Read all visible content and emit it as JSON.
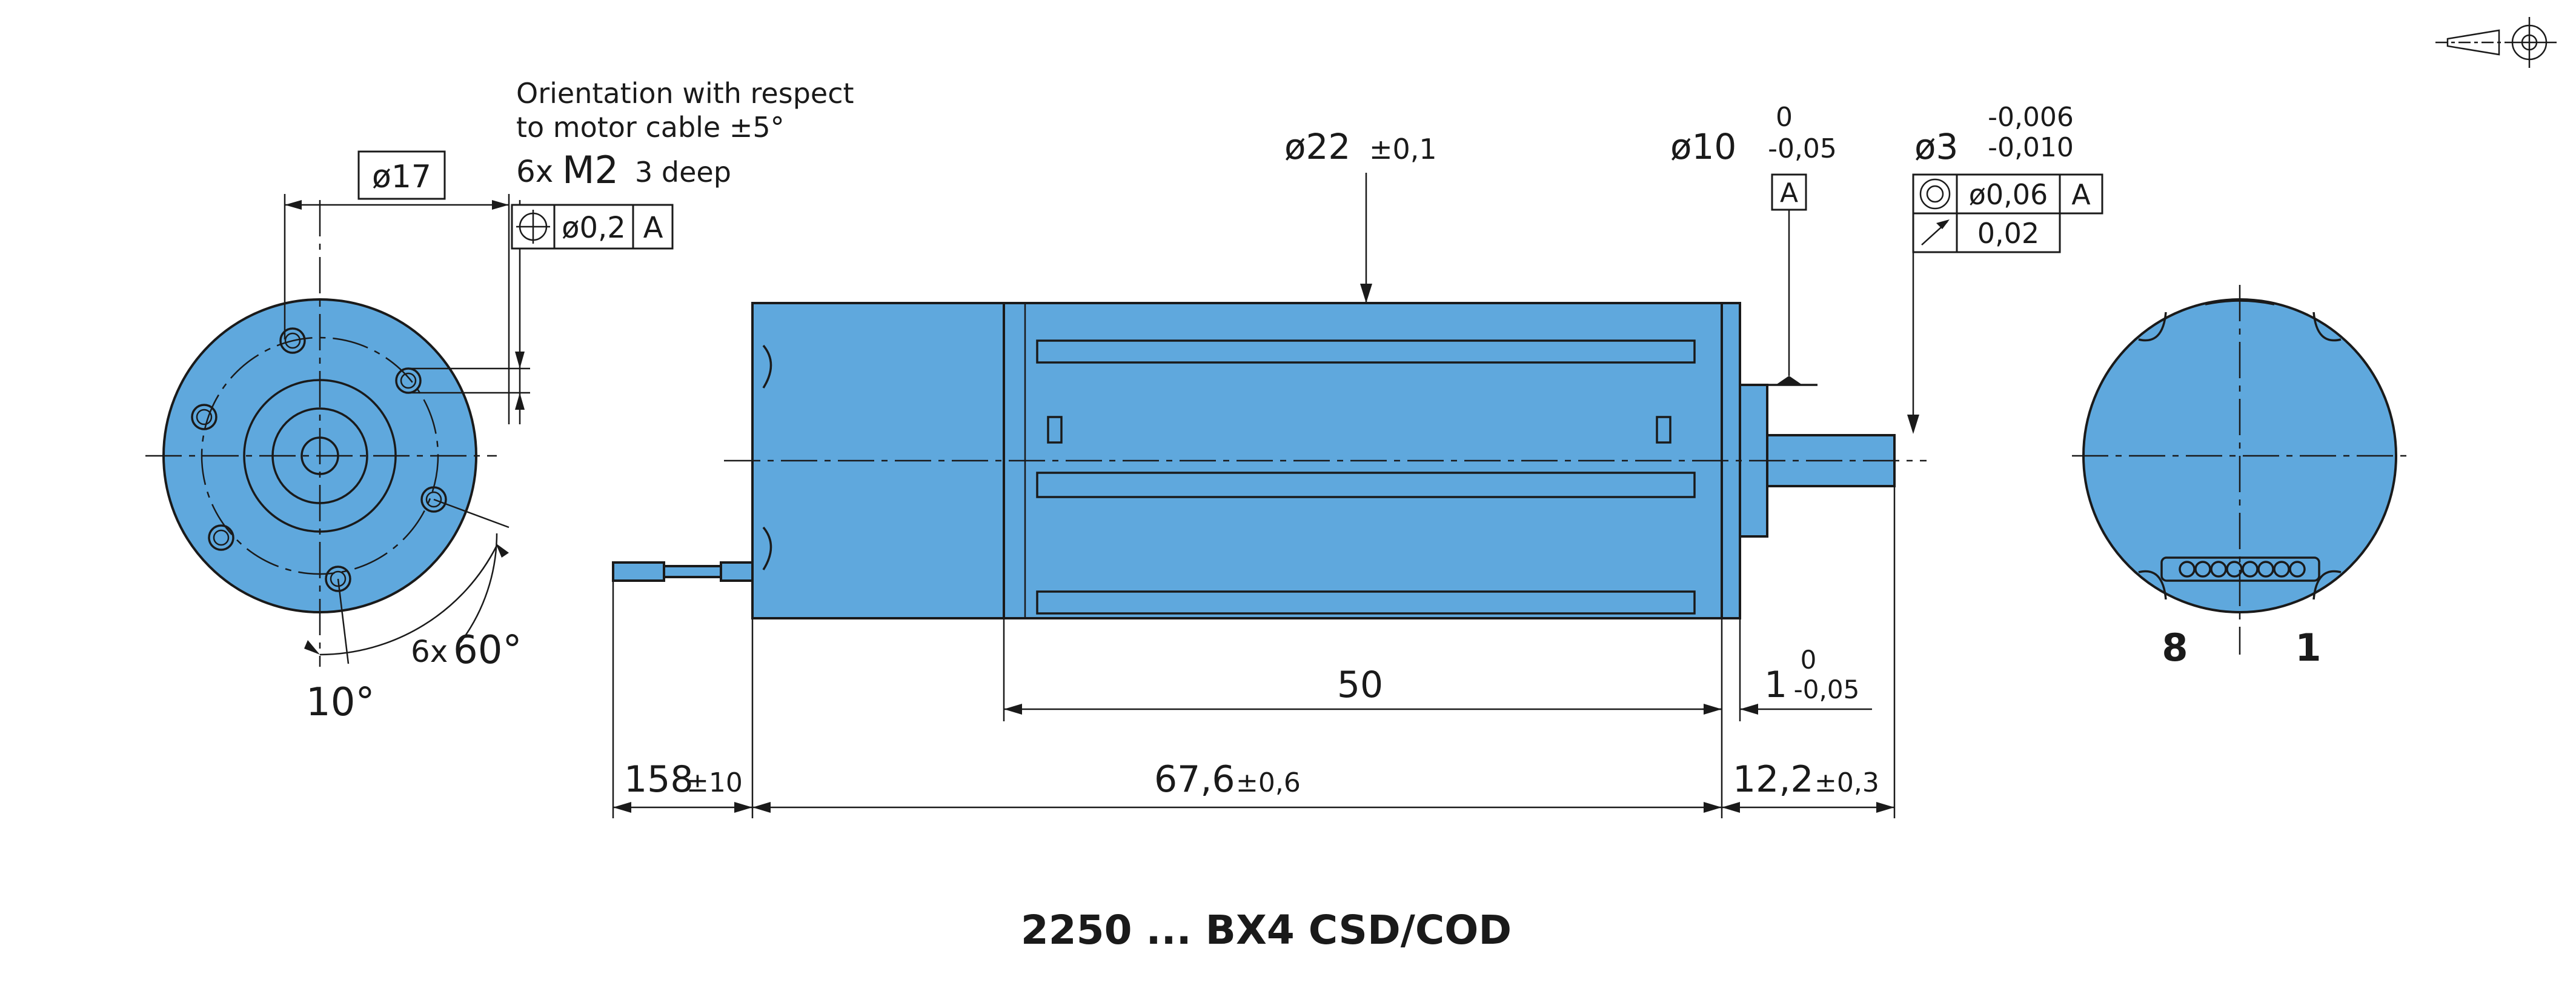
{
  "title": "2250 ... BX4 CSD/COD",
  "colors": {
    "motor_body": "#5fa8dd",
    "line": "#1a1a1a",
    "background": "#ffffff"
  },
  "front_view": {
    "orientation_note_line1": "Orientation with respect",
    "orientation_note_line2": "to motor cable ±5°",
    "thread_prefix": "6x",
    "thread_size": "M2",
    "thread_depth": "3 deep",
    "bolt_circle_dia": "ø17",
    "position_tolerance": "ø0,2",
    "datum_ref": "A",
    "angle_count": "6x",
    "angle_spacing": "60°",
    "angle_offset": "10°"
  },
  "side_view": {
    "body_dia": "ø22",
    "body_dia_tol": "±0,1",
    "pilot_dia": "ø10",
    "pilot_tol_upper": "0",
    "pilot_tol_lower": "-0,05",
    "datum_label": "A",
    "shaft_dia": "ø3",
    "shaft_tol_upper": "-0,006",
    "shaft_tol_lower": "-0,010",
    "concentricity_value": "ø0,06",
    "concentricity_datum": "A",
    "runout_value": "0,02",
    "length_50": "50",
    "pilot_len": "1",
    "pilot_len_tol_upper": "0",
    "pilot_len_tol_lower": "-0,05",
    "cable_len": "158",
    "cable_len_tol": "±10",
    "body_len": "67,6",
    "body_len_tol": "±0,6",
    "shaft_len": "12,2",
    "shaft_len_tol": "±0,3"
  },
  "rear_view": {
    "pin_left": "8",
    "pin_right": "1"
  },
  "icons": [
    "projection-symbol-icon",
    "position-tolerance-icon",
    "concentricity-icon",
    "runout-arrow-icon"
  ]
}
